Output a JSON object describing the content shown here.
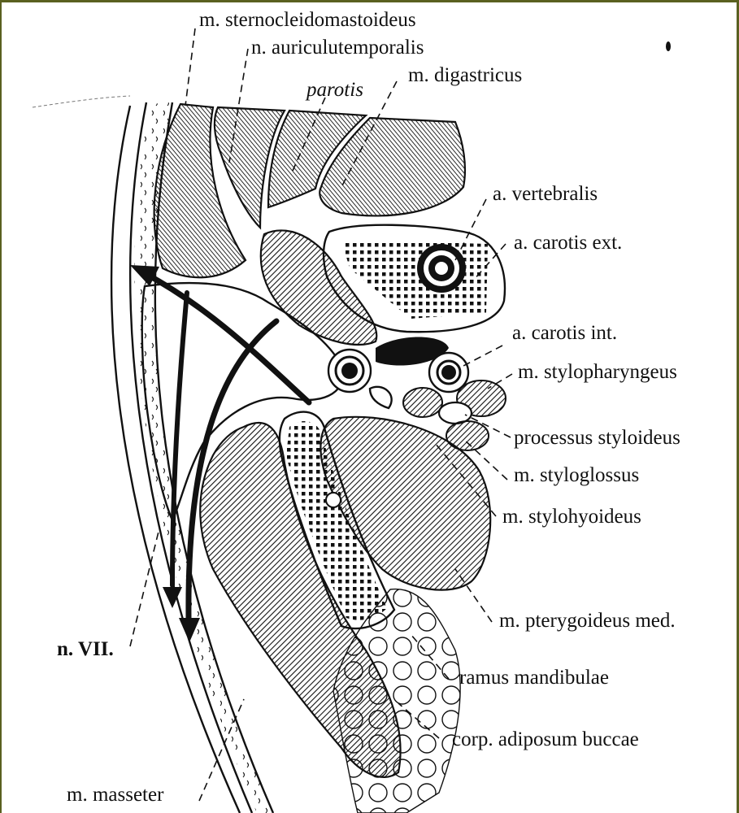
{
  "labels": {
    "sternocleidomastoideus": "m. sternocleidomastoideus",
    "auriculotemporalis": "n. auriculutemporalis",
    "parotis": "parotis",
    "digastricus": "m. digastricus",
    "vertebralis": "a. vertebralis",
    "carotis_ext": "a. carotis ext.",
    "carotis_int": "a. carotis int.",
    "stylopharyngeus": "m. stylopharyngeus",
    "processus_styloideus": "processus styloideus",
    "styloglossus": "m. styloglossus",
    "stylohyoideus": "m. stylohyoideus",
    "pterygoideus_med": "m. pterygoideus med.",
    "ramus_mandibulae": "ramus mandibulae",
    "corp_adiposum_buccae": "corp. adiposum buccae",
    "n_vii": "n. VII.",
    "masseter": "m. masseter"
  },
  "colors": {
    "ink": "#111111",
    "background": "#ffffff",
    "frame": "#5a6020"
  }
}
